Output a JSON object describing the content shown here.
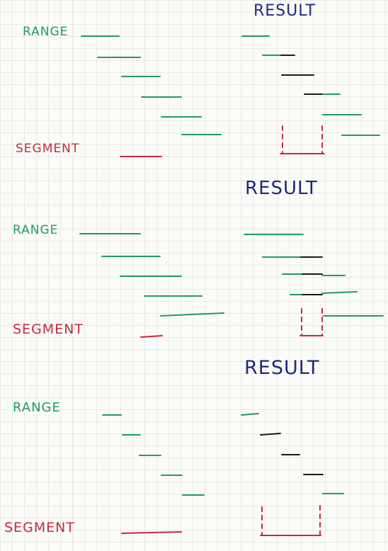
{
  "colors": {
    "range": "#1f9a6a",
    "segment": "#c8283f",
    "result_heading": "#202a7a",
    "overlap": "#1a1a1a"
  },
  "panels": [
    {
      "range_label": "RANGE",
      "segment_label": "SEGMENT",
      "result_label": "RESULT"
    },
    {
      "range_label": "RANGE",
      "segment_label": "SEGMENT",
      "result_label": "RESULT"
    },
    {
      "range_label": "RANGE",
      "segment_label": "SEGMENT",
      "result_label": "RESULT"
    }
  ]
}
